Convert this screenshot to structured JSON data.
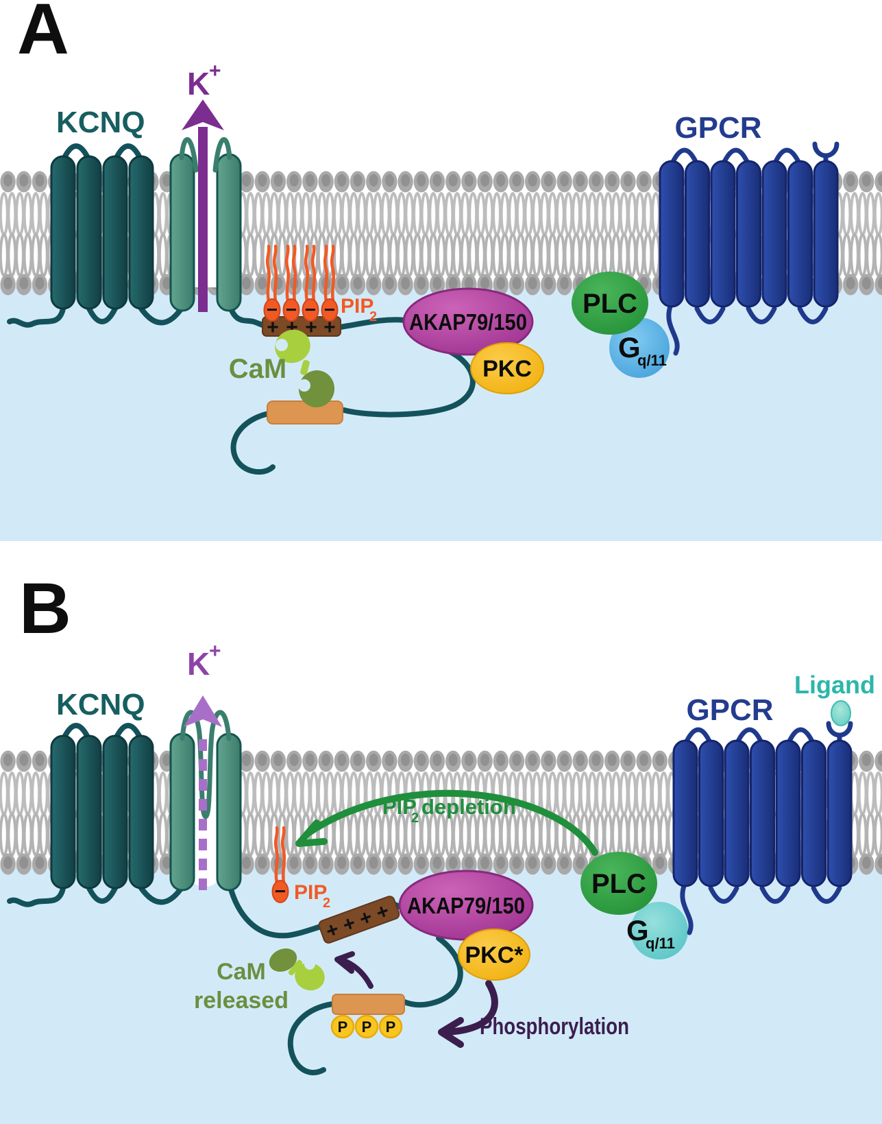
{
  "figure": {
    "description": "Two-panel schematic of KCNQ channel regulation by GPCR signaling",
    "colors": {
      "cytoplasm_blue": "#d2eaf8",
      "lipid_head_gray": "#a9a9a9",
      "lipid_tail_gray": "#bcbcbc",
      "kcnq_teal": "#1a565a",
      "kcnq_pore_teal": "#4f9180",
      "channel_linker_teal": "#14525b",
      "gpcr_navy": "#22398c",
      "k_arrow_purple": "#7c2d90",
      "k_arrow_purple_faded": "#a86fc8",
      "pip2_orange": "#f15a24",
      "charge_helix_brown": "#7c4a26",
      "helix_a_tan": "#dd9552",
      "cam_light_green": "#a8cf3e",
      "cam_dark_green": "#71913c",
      "cam_text_olive": "#6b8f3f",
      "akap_magenta": "#a93597",
      "pkc_gold": "#f3b614",
      "plc_green": "#2d9e41",
      "gq_blue_inactive": "#3a9ad6",
      "gq_teal_active": "#4cbfc2",
      "ligand_teal": "#2cb6aa",
      "depletion_green": "#1f8f3c",
      "phospho_dark_purple": "#3b1e4e",
      "phosphate_yellow": "#f9c51f"
    },
    "panel_a": {
      "panel_label": "A",
      "kcnq_label": "KCNQ",
      "potassium": {
        "symbol": "K",
        "charge": "+"
      },
      "pip2": {
        "name": "PIP",
        "subscript": "2",
        "minus": "−",
        "plus": "+"
      },
      "cam_label": "CaM",
      "akap_label": "AKAP79/150",
      "pkc_label": "PKC",
      "plc_label": "PLC",
      "g_protein": {
        "symbol": "G",
        "subscript": "q/11"
      },
      "gpcr_label": "GPCR"
    },
    "panel_b": {
      "panel_label": "B",
      "kcnq_label": "KCNQ",
      "potassium": {
        "symbol": "K",
        "charge": "+"
      },
      "pip2": {
        "name": "PIP",
        "subscript": "2",
        "minus": "−",
        "plus": "+"
      },
      "pip2_depletion": {
        "pip": "PIP",
        "subscript": "2",
        "word": "depletion"
      },
      "cam_released": {
        "line1": "CaM",
        "line2": "released"
      },
      "akap_label": "AKAP79/150",
      "pkc_label": "PKC*",
      "phospho_label": "Phosphorylation",
      "phosphate_symbol": "P",
      "plc_label": "PLC",
      "g_protein": {
        "symbol": "G",
        "subscript": "q/11"
      },
      "gpcr_label": "GPCR",
      "ligand_label": "Ligand"
    }
  }
}
